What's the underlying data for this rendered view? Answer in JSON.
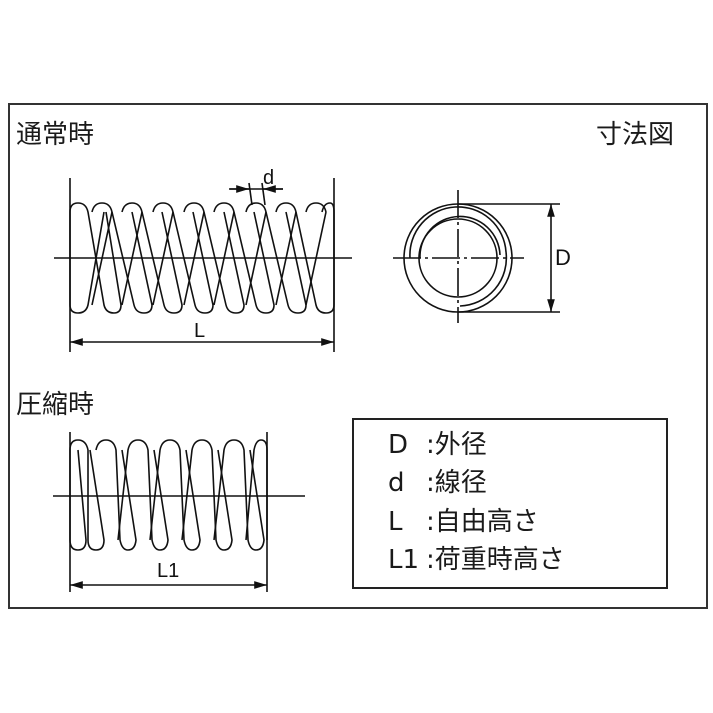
{
  "titles": {
    "normal_state": "通常時",
    "dimension_drawing": "寸法図",
    "compressed_state": "圧縮時"
  },
  "dimension_labels": {
    "wire_diameter": "d",
    "free_length": "L",
    "outer_diameter": "D",
    "loaded_length": "L1"
  },
  "legend": {
    "items": [
      {
        "symbol": "D",
        "separator": ":",
        "description": "外径"
      },
      {
        "symbol": "d",
        "separator": ":",
        "description": "線径"
      },
      {
        "symbol": "L",
        "separator": ":",
        "description": "自由高さ"
      },
      {
        "symbol": "L1",
        "separator": ":",
        "description": "荷重時高さ"
      }
    ]
  },
  "colors": {
    "line": "#111111",
    "frame": "#333333",
    "background": "#ffffff"
  }
}
